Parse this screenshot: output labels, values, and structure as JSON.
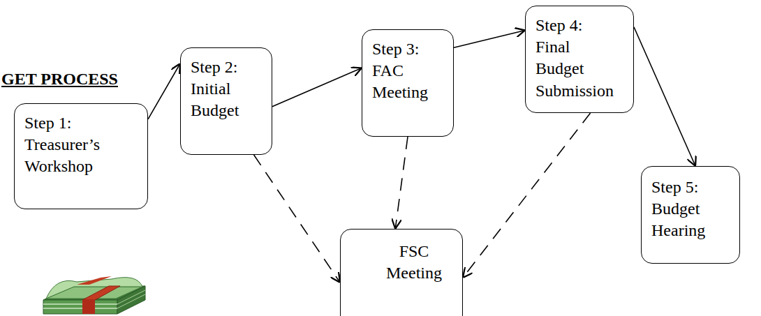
{
  "diagram": {
    "title": "GET PROCESS",
    "nodes": [
      {
        "text": [
          "Step 1: Treasurer’s Workshop"
        ]
      },
      {
        "text": [
          "Step 2: Initial Budget"
        ]
      },
      {
        "text": [
          "Step 3: FAC Meeting"
        ]
      },
      {
        "text": [
          "Step 4: Final Budget Submission"
        ]
      },
      {
        "text": [
          "Step 5: Budget Hearing"
        ]
      },
      {
        "text": [
          "FSC Meeting"
        ]
      }
    ],
    "edges": [
      {
        "from": 0,
        "to": 1,
        "arrow": "to"
      },
      {
        "from": 1,
        "to": 2,
        "arrow": "to"
      },
      {
        "from": 2,
        "to": 3,
        "arrow": "to"
      },
      {
        "from": 3,
        "to": 4,
        "arrow": "to"
      },
      {
        "from": 1,
        "to": 5,
        "arrow": "to"
      },
      {
        "from": 2,
        "to": 5,
        "arrow": "to"
      },
      {
        "from": 3,
        "to": 5,
        "arrow": "to"
      }
    ]
  }
}
